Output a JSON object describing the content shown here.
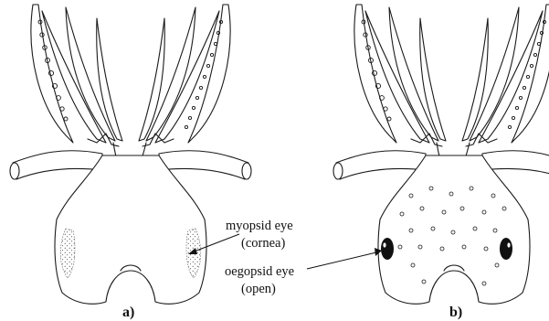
{
  "figure": {
    "panel_a": "a)",
    "panel_b": "b)",
    "myopsid_label": "myopsid eye",
    "myopsid_sub": "(cornea)",
    "oegopsid_label": "oegopsid eye",
    "oegopsid_sub": "(open)"
  }
}
